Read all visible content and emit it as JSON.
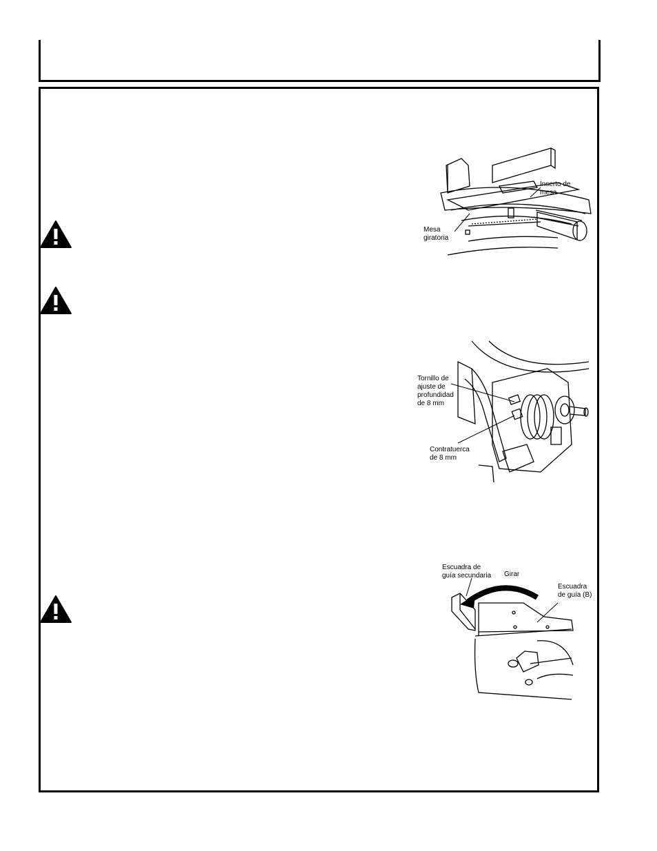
{
  "figure1": {
    "label_inserto_line1": "Inserto de",
    "label_inserto_line2": "mesa",
    "label_mesa_line1": "Mesa",
    "label_mesa_line2": "giratoria"
  },
  "figure2": {
    "label_tornillo_line1": "Tornillo de",
    "label_tornillo_line2": "ajuste de",
    "label_tornillo_line3": "profundidad",
    "label_tornillo_line4": "de 8 mm",
    "label_contra_line1": "Contratuerca",
    "label_contra_line2": "de 8 mm"
  },
  "figure3": {
    "label_secundaria_line1": "Escuadra de",
    "label_secundaria_line2": "guía secundaria",
    "label_girar": "Girar",
    "label_guia_line1": "Escuadra",
    "label_guia_line2": "de guía (B)"
  }
}
